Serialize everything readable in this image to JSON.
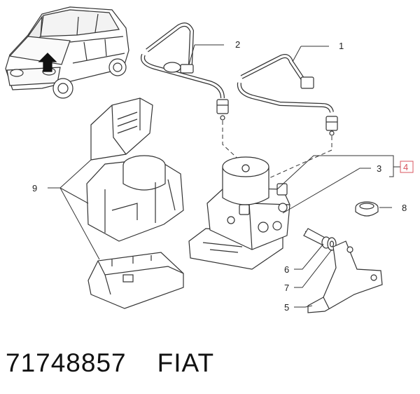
{
  "callouts": {
    "c1": "1",
    "c2": "2",
    "c3": "3",
    "c4": "4",
    "c5": "5",
    "c6": "6",
    "c7": "7",
    "c8": "8",
    "c9": "9"
  },
  "footer": {
    "part_number": "71748857",
    "brand": "FIAT"
  },
  "colors": {
    "line": "#222222",
    "highlight_box": "#d9545f"
  }
}
